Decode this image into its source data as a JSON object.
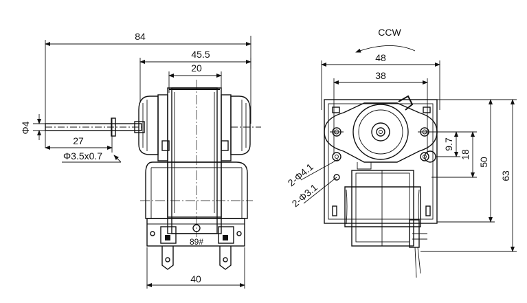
{
  "side_view": {
    "dim_overall_length": "84",
    "dim_core_width": "45.5",
    "dim_core_center": "20",
    "dim_shaft_dia": "Φ4",
    "dim_shaft_length": "27",
    "dim_groove": "Φ3.5x0.7",
    "dim_base_width": "40",
    "marking": "89#"
  },
  "front_view": {
    "rotation": "CCW",
    "dim_frame_width": "48",
    "dim_hole_spacing": "38",
    "dim_hole_large": "2-Φ4.1",
    "dim_hole_small": "2-Φ3.1",
    "dim_offset_small": "9.7",
    "dim_offset_large": "18",
    "dim_hole_height": "50",
    "dim_overall_height": "63"
  }
}
